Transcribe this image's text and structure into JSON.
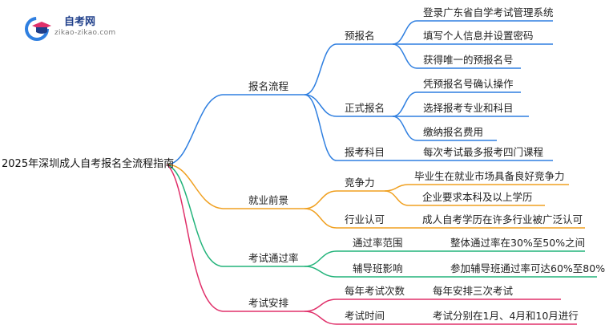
{
  "brand": {
    "name": "自考网",
    "url": "zikao-zikao.com"
  },
  "mindmap": {
    "root": "2025年深圳成人自考报名全流程指南",
    "branches": [
      {
        "label": "报名流程",
        "color": "#2f7fe0",
        "children": [
          {
            "label": "预报名",
            "children": [
              "登录广东省自学考试管理系统",
              "填写个人信息并设置密码",
              "获得唯一的预报名号"
            ]
          },
          {
            "label": "正式报名",
            "children": [
              "凭预报名号确认操作",
              "选择报考专业和科目",
              "缴纳报名费用"
            ]
          },
          {
            "label": "报考科目",
            "children": [
              "每次考试最多报考四门课程"
            ]
          }
        ]
      },
      {
        "label": "就业前景",
        "color": "#f0a020",
        "children": [
          {
            "label": "竞争力",
            "children": [
              "毕业生在就业市场具备良好竞争力",
              "企业要求本科及以上学历"
            ]
          },
          {
            "label": "行业认可",
            "children": [
              "成人自考学历在许多行业被广泛认可"
            ]
          }
        ]
      },
      {
        "label": "考试通过率",
        "color": "#22b37a",
        "children": [
          {
            "label": "通过率范围",
            "children": [
              "整体通过率在30%至50%之间"
            ]
          },
          {
            "label": "辅导班影响",
            "children": [
              "参加辅导班通过率可达60%至80%"
            ]
          }
        ]
      },
      {
        "label": "考试安排",
        "color": "#e0306a",
        "children": [
          {
            "label": "每年考试次数",
            "children": [
              "每年安排三次考试"
            ]
          },
          {
            "label": "考试时间",
            "children": [
              "考试分别在1月、4月和10月进行"
            ]
          }
        ]
      }
    ]
  }
}
